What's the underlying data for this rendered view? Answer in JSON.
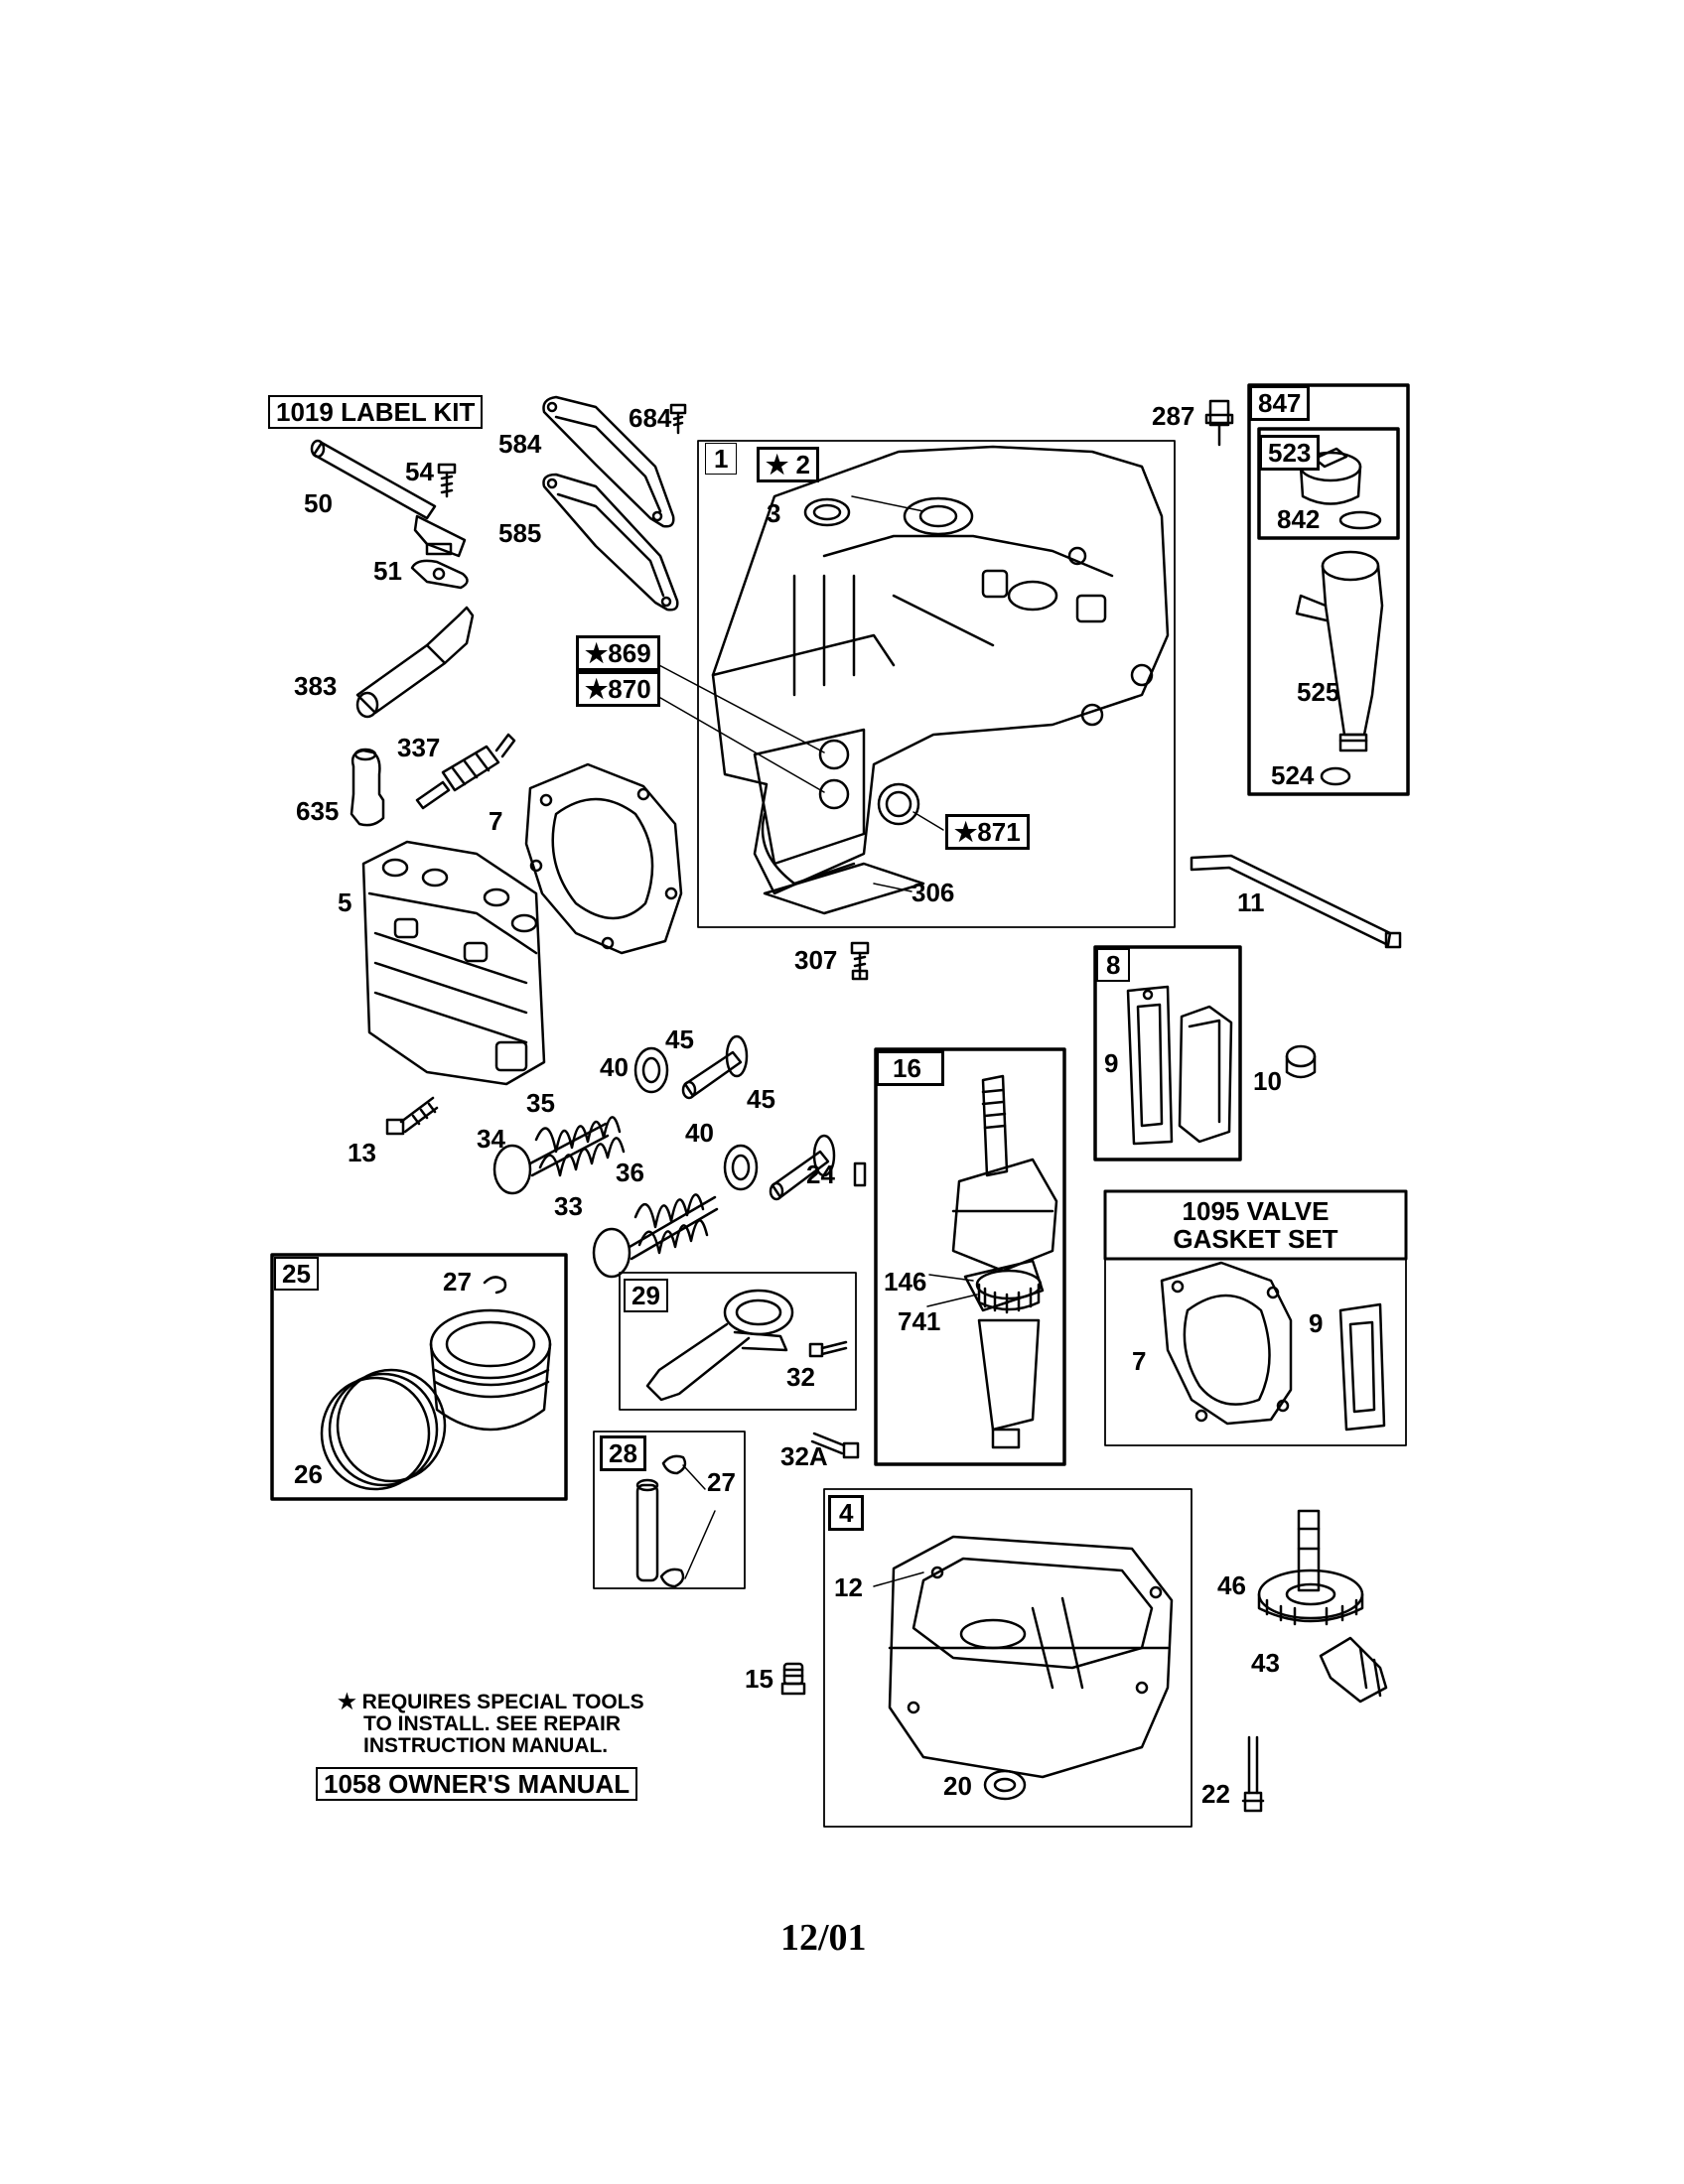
{
  "labels": {
    "label_kit": "1019 LABEL KIT",
    "p684": "684",
    "p584": "584",
    "p585": "585",
    "p54": "54",
    "p50": "50",
    "p51": "51",
    "p383": "383",
    "p337": "337",
    "p635": "635",
    "p7": "7",
    "p5": "5",
    "p13": "13",
    "p34": "34",
    "p35": "35",
    "p33": "33",
    "p36": "36",
    "p40a": "40",
    "p40b": "40",
    "p45a": "45",
    "p45b": "45",
    "p24": "24",
    "p287": "287",
    "p1": "1",
    "p2": "★ 2",
    "p3": "3",
    "p869": "★869",
    "p870": "★870",
    "p871": "★871",
    "p306": "306",
    "p307": "307",
    "p847": "847",
    "p523": "523",
    "p842": "842",
    "p525": "525",
    "p524": "524",
    "p11": "11",
    "p8": "8",
    "p9a": "9",
    "p10": "10",
    "p16": "16",
    "p146": "146",
    "p741": "741",
    "valve_gasket_line1": "1095 VALVE",
    "valve_gasket_line2": "GASKET SET",
    "p7b": "7",
    "p9b": "9",
    "p25": "25",
    "p27a": "27",
    "p26": "26",
    "p29": "29",
    "p32": "32",
    "p32a": "32A",
    "p28": "28",
    "p27b": "27",
    "p4": "4",
    "p12": "12",
    "p15": "15",
    "p20": "20",
    "p22": "22",
    "p46": "46",
    "p43": "43",
    "note_line1": "★ REQUIRES SPECIAL TOOLS",
    "note_line2": "TO INSTALL.  SEE REPAIR",
    "note_line3": "INSTRUCTION MANUAL.",
    "owners_manual": "1058 OWNER'S MANUAL",
    "date": "12/01"
  }
}
